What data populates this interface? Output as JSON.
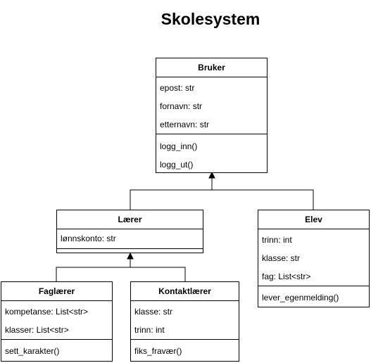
{
  "title": "Skolesystem",
  "classes": {
    "bruker": {
      "name": "Bruker",
      "attributes": [
        "epost: str",
        "fornavn: str",
        "etternavn: str"
      ],
      "methods": [
        "logg_inn()",
        "logg_ut()"
      ]
    },
    "laerer": {
      "name": "Lærer",
      "attributes": [
        "lønnskonto: str"
      ],
      "methods": []
    },
    "elev": {
      "name": "Elev",
      "attributes": [
        "trinn: int",
        "klasse: str",
        "fag: List<str>"
      ],
      "methods": [
        "lever_egenmelding()"
      ]
    },
    "faglaerer": {
      "name": "Faglærer",
      "attributes": [
        "kompetanse: List<str>",
        "klasser: List<str>"
      ],
      "methods": [
        "sett_karakter()"
      ]
    },
    "kontaktlaerer": {
      "name": "Kontaktlærer",
      "attributes": [
        "klasse: str",
        "trinn: int"
      ],
      "methods": [
        "fiks_fravær()"
      ]
    }
  }
}
